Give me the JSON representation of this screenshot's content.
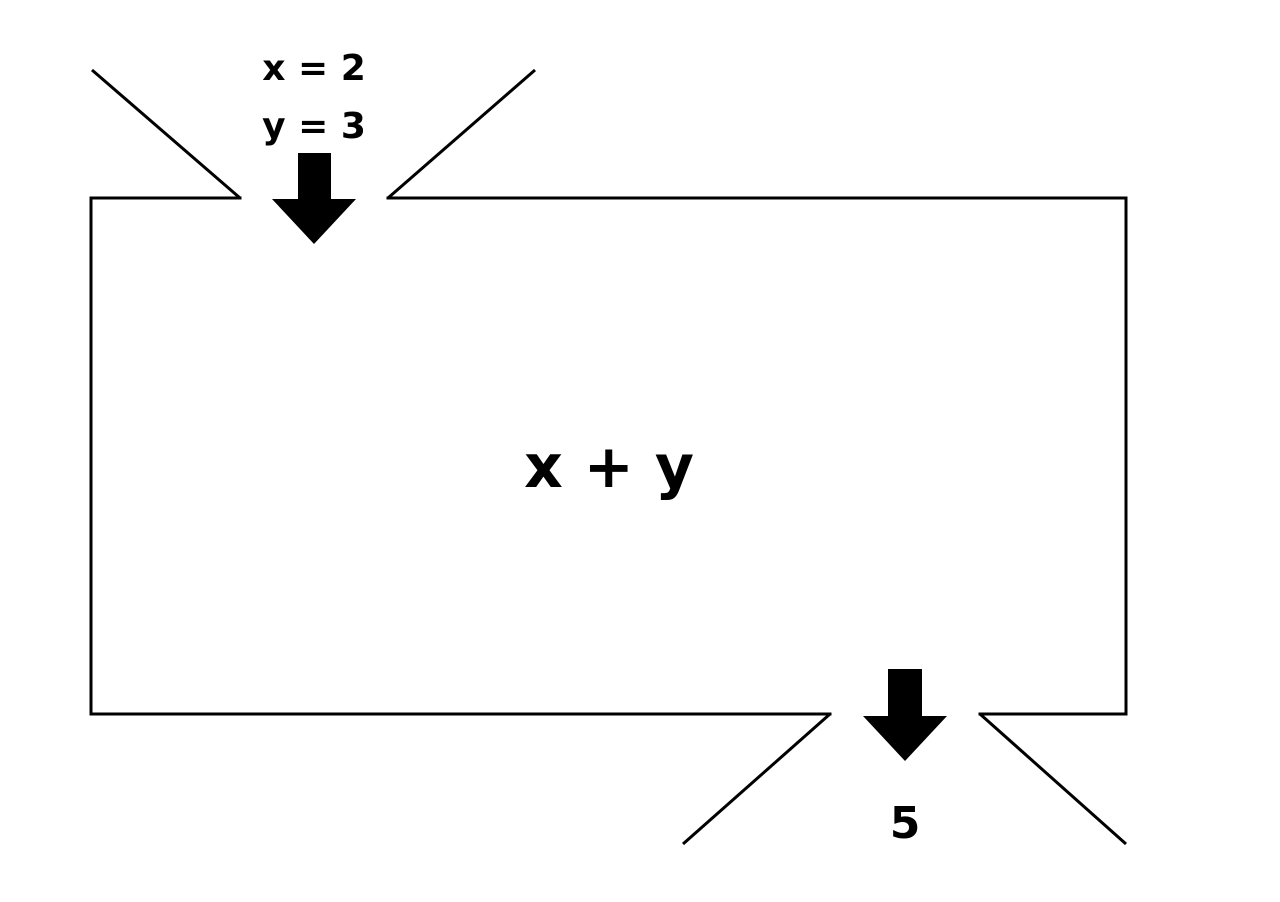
{
  "inputs": [
    {
      "text": "x = 2"
    },
    {
      "text": "y = 3"
    }
  ],
  "expression": "x + y",
  "output": "5",
  "colors": {
    "stroke": "#000000",
    "background": "#ffffff"
  }
}
